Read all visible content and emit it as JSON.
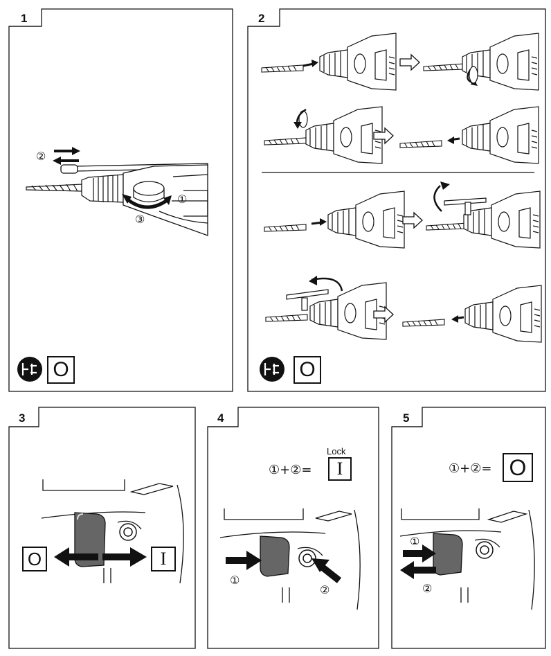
{
  "panels": {
    "p1": {
      "number": "1",
      "callouts": {
        "c1": "①",
        "c2": "②",
        "c3": "③"
      },
      "mode_symbol": "O",
      "icon": "unplug-icon"
    },
    "p2": {
      "number": "2",
      "mode_symbol": "O",
      "icon": "unplug-icon"
    },
    "p3": {
      "number": "3",
      "left_symbol": "O",
      "right_symbol": "I"
    },
    "p4": {
      "number": "4",
      "formula": "①+②=",
      "lock_label": "Lock",
      "result_symbol": "I",
      "callouts": {
        "c1": "①",
        "c2": "②"
      }
    },
    "p5": {
      "number": "5",
      "formula": "①+②=",
      "result_symbol": "O",
      "callouts": {
        "c1": "①",
        "c2": "②"
      }
    }
  }
}
